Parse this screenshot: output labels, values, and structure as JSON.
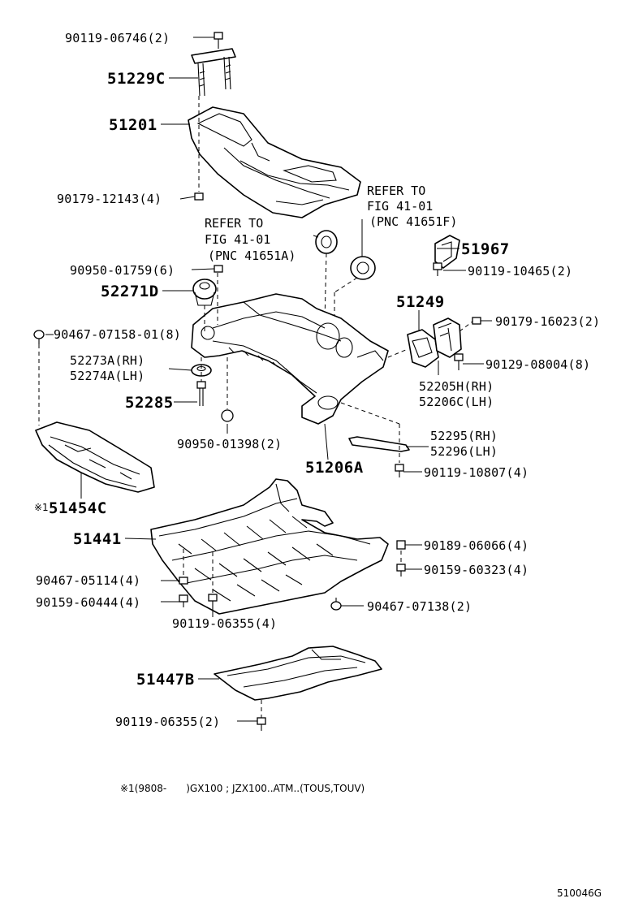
{
  "callouts": {
    "c_90119_06746": "90119-06746(2)",
    "c_51229C": "51229C",
    "c_51201": "51201",
    "c_90179_12143": "90179-12143(4)",
    "c_90950_01759": "90950-01759(6)",
    "c_52271D": "52271D",
    "c_90467_07158": "90467-07158-01(8)",
    "c_52273A": "52273A(RH)",
    "c_52274A": "52274A(LH)",
    "c_52285": "52285",
    "c_90950_01398": "90950-01398(2)",
    "c_51454C": "51454C",
    "c_51967": "51967",
    "c_90119_10465": "90119-10465(2)",
    "c_51249": "51249",
    "c_90179_16023": "90179-16023(2)",
    "c_90129_08004": "90129-08004(8)",
    "c_52205H": "52205H(RH)",
    "c_52206C": "52206C(LH)",
    "c_52295": "52295(RH)",
    "c_52296": "52296(LH)",
    "c_51206A": "51206A",
    "c_90119_10807": "90119-10807(4)",
    "c_51441": "51441",
    "c_90189_06066": "90189-06066(4)",
    "c_90159_60323": "90159-60323(4)",
    "c_90467_05114": "90467-05114(4)",
    "c_90159_60444": "90159-60444(4)",
    "c_90119_06355a": "90119-06355(4)",
    "c_90467_07138": "90467-07138(2)",
    "c_51447B": "51447B",
    "c_90119_06355b": "90119-06355(2)"
  },
  "refer_left": {
    "line1": "REFER TO",
    "line2": "FIG 41-01",
    "line3": "(PNC 41651A)"
  },
  "refer_right": {
    "line1": "REFER TO",
    "line2": "FIG 41-01",
    "line3": "(PNC 41651F)"
  },
  "note_mark": "※1",
  "footnote": "※1(9808-　　)GX100 ; JZX100..ATM..(TOUS,TOUV)",
  "diagram_code": "510046G"
}
